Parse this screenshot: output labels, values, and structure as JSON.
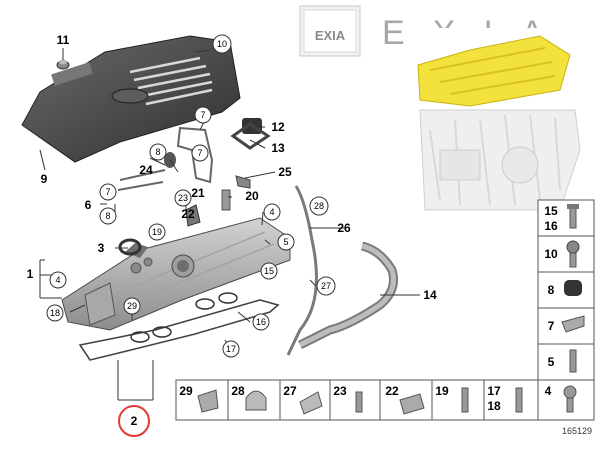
{
  "brand": {
    "logo_text": "EXIA",
    "wordmark": "EXIA"
  },
  "diagram_number": "165129",
  "callouts": {
    "c11": "11",
    "c10": "10",
    "c7a": "7",
    "c12": "12",
    "c13": "13",
    "c8a": "8",
    "c9": "9",
    "c24": "24",
    "c7b": "7",
    "c25": "25",
    "c23a": "23",
    "c21": "21",
    "c20": "20",
    "c6": "6",
    "c8b": "8",
    "c28": "28",
    "c22": "22",
    "c4a": "4",
    "c19": "19",
    "c26": "26",
    "c3": "3",
    "c5": "5",
    "c1": "1",
    "c4b": "4",
    "c15": "15",
    "c27": "27",
    "c14": "14",
    "c18": "18",
    "c29": "29",
    "c16": "16",
    "c17": "17",
    "c2": "2"
  },
  "side_table": [
    {
      "label_top": "15",
      "label_bottom": "16"
    },
    {
      "label_top": "10",
      "label_bottom": ""
    },
    {
      "label_top": "8",
      "label_bottom": ""
    },
    {
      "label_top": "7",
      "label_bottom": ""
    },
    {
      "label_top": "5",
      "label_bottom": ""
    }
  ],
  "bottom_table": [
    {
      "label_top": "29",
      "label_bottom": ""
    },
    {
      "label_top": "28",
      "label_bottom": ""
    },
    {
      "label_top": "27",
      "label_bottom": ""
    },
    {
      "label_top": "23",
      "label_bottom": ""
    },
    {
      "label_top": "22",
      "label_bottom": ""
    },
    {
      "label_top": "19",
      "label_bottom": ""
    },
    {
      "label_top": "17",
      "label_bottom": "18"
    },
    {
      "label_top": "4",
      "label_bottom": ""
    }
  ],
  "colors": {
    "highlight": "#f4e23c",
    "cover": "#4a4a4a",
    "head": "#b9b9b9",
    "ring": "#e53935"
  }
}
